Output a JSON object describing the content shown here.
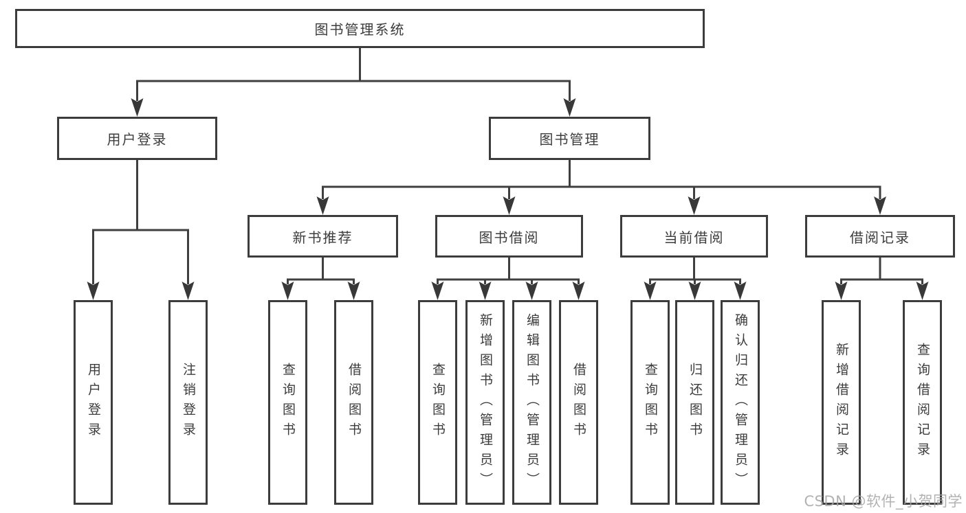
{
  "diagram": {
    "root": {
      "label": "图书管理系统",
      "children": [
        {
          "label": "用户登录",
          "children": [
            {
              "label": "用户登录"
            },
            {
              "label": "注销登录"
            }
          ]
        },
        {
          "label": "图书管理",
          "children": [
            {
              "label": "新书推荐",
              "children": [
                {
                  "label": "查询图书"
                },
                {
                  "label": "借阅图书"
                }
              ]
            },
            {
              "label": "图书借阅",
              "children": [
                {
                  "label": "查询图书"
                },
                {
                  "label": "新增图书（管理员）"
                },
                {
                  "label": "编辑图书（管理员）"
                },
                {
                  "label": "借阅图书"
                }
              ]
            },
            {
              "label": "当前借阅",
              "children": [
                {
                  "label": "查询图书"
                },
                {
                  "label": "归还图书"
                },
                {
                  "label": "确认归还（管理员）"
                }
              ]
            },
            {
              "label": "借阅记录",
              "children": [
                {
                  "label": "新增借阅记录"
                },
                {
                  "label": "查询借阅记录"
                }
              ]
            }
          ]
        }
      ]
    }
  },
  "watermark": {
    "text": "CSDN @软件_小贺同学"
  },
  "colors": {
    "line": "#3f3f3f",
    "box_border": "#3c3c3c",
    "text": "#3c3c3c",
    "watermark": "#a4a4a4",
    "background": "#ffffff"
  }
}
